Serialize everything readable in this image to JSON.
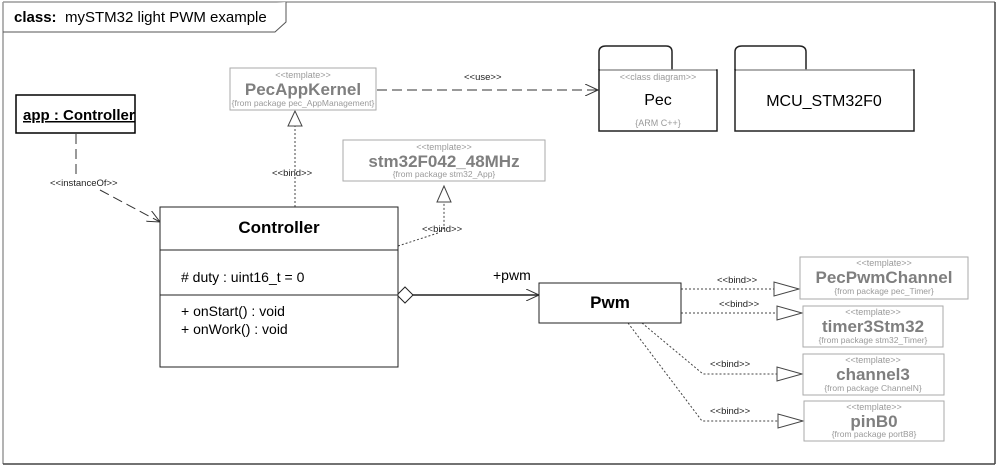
{
  "frame": {
    "keyword": "class:",
    "title": "mySTM32 light PWM example"
  },
  "instance": {
    "label": "app : Controller"
  },
  "controller": {
    "name": "Controller",
    "attributes": [
      "# duty : uint16_t = 0"
    ],
    "operations": [
      "+ onStart() : void",
      "+ onWork() : void"
    ]
  },
  "pwm": {
    "name": "Pwm",
    "role": "+pwm"
  },
  "templates": {
    "pecAppKernel": {
      "stereotype": "<<template>>",
      "name": "PecAppKernel",
      "package": "{from package pec_AppManagement}"
    },
    "stm32F042": {
      "stereotype": "<<template>>",
      "name": "stm32F042_48MHz",
      "package": "{from package stm32_App}"
    },
    "pecPwmChannel": {
      "stereotype": "<<template>>",
      "name": "PecPwmChannel",
      "package": "{from package pec_Timer}"
    },
    "timer3Stm32": {
      "stereotype": "<<template>>",
      "name": "timer3Stm32",
      "package": "{from package stm32_Timer}"
    },
    "channel3": {
      "stereotype": "<<template>>",
      "name": "channel3",
      "package": "{from package ChannelN}"
    },
    "pinB0": {
      "stereotype": "<<template>>",
      "name": "pinB0",
      "package": "{from package portB8}"
    }
  },
  "packages": {
    "pec": {
      "stereotype": "<<class diagram>>",
      "name": "Pec",
      "tag": "{ARM C++}"
    },
    "mcu": {
      "name": "MCU_STM32F0"
    }
  },
  "relations": {
    "instanceOf": "<<instanceOf>>",
    "use": "<<use>>",
    "bind": "<<bind>>"
  }
}
